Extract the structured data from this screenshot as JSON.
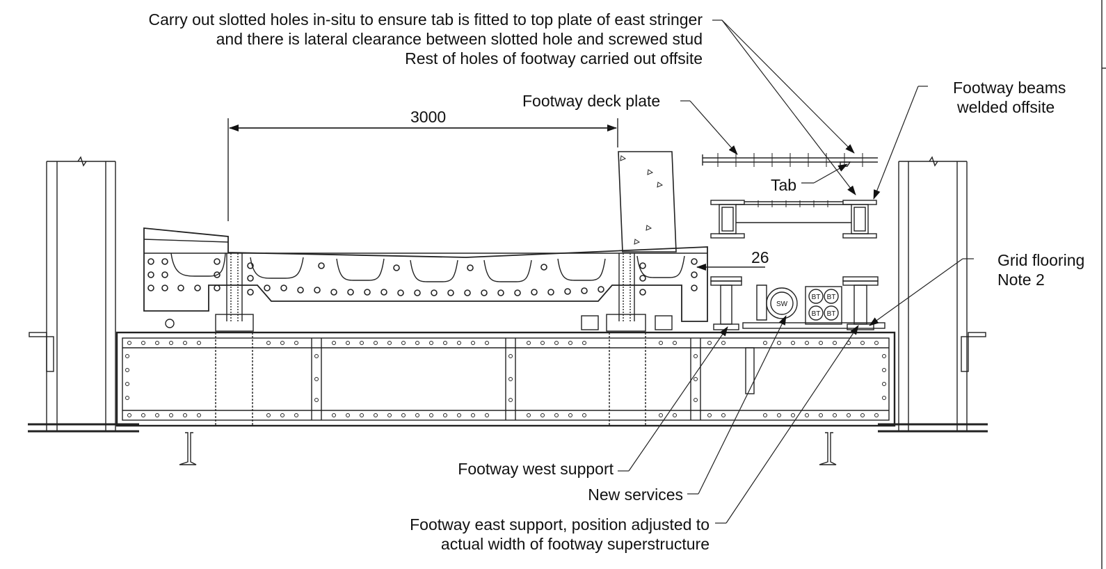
{
  "labels": {
    "note_slotted": [
      "Carry out slotted holes in-situ to ensure tab is fitted to top plate of east stringer",
      "and there is lateral clearance between slotted hole and screwed stud",
      "Rest of holes of footway carried out offsite"
    ],
    "footway_deck_plate": "Footway deck plate",
    "dimension_3000": "3000",
    "footway_beams": [
      "Footway beams",
      "welded offsite"
    ],
    "tab": "Tab",
    "dimension_26": "26",
    "grid_flooring": [
      "Grid flooring",
      "Note 2"
    ],
    "footway_west_support": "Footway west support",
    "new_services": "New services",
    "footway_east_support": [
      "Footway east support, position adjusted to",
      "actual width of footway superstructure"
    ],
    "service_duct_sw": "SW",
    "service_duct_bt": [
      "BT",
      "BT",
      "BT",
      "BT"
    ]
  }
}
